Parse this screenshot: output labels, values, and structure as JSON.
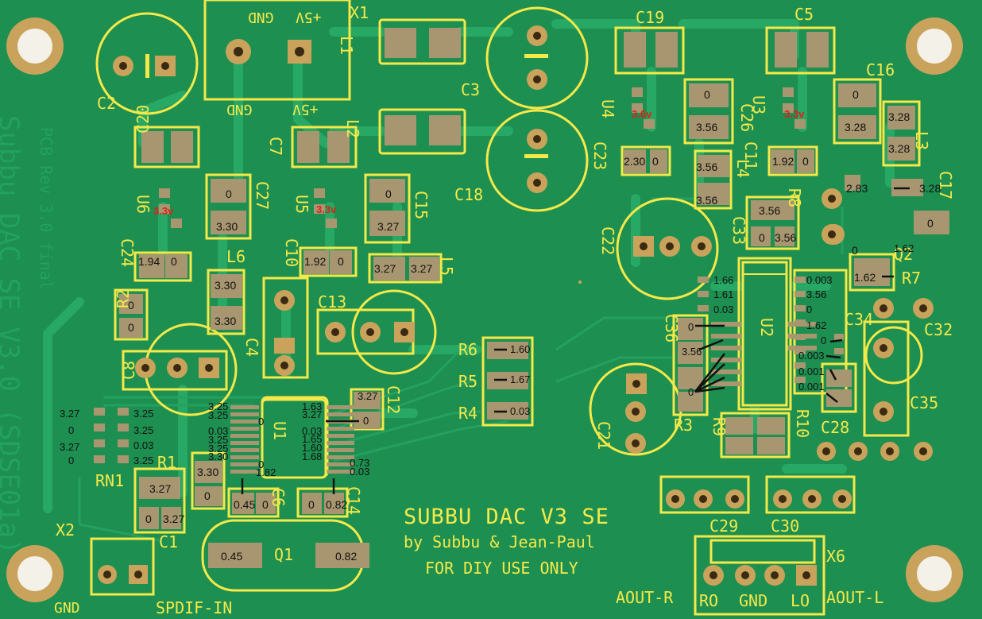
{
  "board": {
    "title": "SUBBU DAC V3 SE",
    "byline": "by Subbu & Jean-Paul",
    "notice": "FOR DIY USE ONLY",
    "side_name": "Subbu DAC SE V3.0 (SDSE01a)",
    "side_rev": "PCB Rev 3.0 final"
  },
  "silkscreen": {
    "x1": "X1",
    "gnd_top": "GND",
    "p5v_top": "+5V",
    "gnd_bottom": "GND",
    "p5v_bottom": "+5V",
    "l1": "L1",
    "l2": "L2",
    "l3": "L3",
    "l4": "L4",
    "l5": "L5",
    "l6": "L6",
    "c1": "C1",
    "c2": "C2",
    "c3": "C3",
    "c4": "C4",
    "c5": "C5",
    "c6": "C6",
    "c7": "C7",
    "c8": "C8",
    "c10": "C10",
    "c11": "C11",
    "c12": "C12",
    "c13": "C13",
    "c14": "C14",
    "c15": "C15",
    "c16": "C16",
    "c17": "C17",
    "c18": "C18",
    "c19": "C19",
    "c20": "C20",
    "c21": "C21",
    "c22": "C22",
    "c23": "C23",
    "c24": "C24",
    "c26": "C26",
    "c27": "C27",
    "c28": "C28",
    "c29": "C29",
    "c30": "C30",
    "c32": "C32",
    "c33": "C33",
    "c34": "C34",
    "c35": "C35",
    "c36": "C36",
    "u1": "U1",
    "u2": "U2",
    "u3": "U3",
    "u4": "U4",
    "u5": "U5",
    "u6": "U6",
    "r1": "R1",
    "r2": "R2",
    "r3": "R3",
    "r4": "R4",
    "r5": "R5",
    "r6": "R6",
    "r7": "R7",
    "r8": "R8",
    "r9": "R9",
    "r10": "R10",
    "rn1": "RN1",
    "q1": "Q1",
    "q2": "Q2",
    "x2": "X2",
    "x6": "X6",
    "gnd_x2": "GND",
    "spdif_in": "SPDIF-IN",
    "aout_r": "AOUT-R",
    "ro": "RO",
    "gnd_x6": "GND",
    "lo": "LO",
    "aout_l": "AOUT-L"
  },
  "annotations": {
    "reg_u4": "3.6v",
    "reg_u3": "3.3v",
    "reg_u6": "3.3v",
    "reg_u5": "3.3v",
    "c26_a": "0",
    "c26_b": "3.56",
    "c16_a": "0",
    "c16_b": "3.28",
    "c23_a": "2.30",
    "c23_b": "0",
    "c11_a": "1.92",
    "c11_b": "0",
    "l3_a": "3.28",
    "l3_b": "3.28",
    "l4_a": "3.56",
    "l4_b": "3.56",
    "c17_a": "3.28",
    "c17_b": "0",
    "q2_a": "2.83",
    "q2_b": "0",
    "q2_c": "1.62",
    "r7": "1.62",
    "r8_a": "3.56",
    "r8_b": "0",
    "r8_c": "3.56",
    "u2_r1": "1.66",
    "u2_r2": "1.61",
    "u2_r3": "0.03",
    "u2_l1": "0",
    "u2_l2": "3.56",
    "u2_l3": "0",
    "u2_p1": "0.003",
    "u2_p2": "3.56",
    "u2_p3": "0",
    "u2_p4": "1.62",
    "u2_p5": "0",
    "u2_p6": "0.003",
    "u2_p7": "0.001",
    "u2_p8": "0.001",
    "c27_a": "0",
    "c27_b": "3.30",
    "c15_a": "0",
    "c15_b": "3.27",
    "c24_a": "1.94",
    "c24_b": "0",
    "c10_a": "1.92",
    "c10_b": "0",
    "l6_a": "3.30",
    "l6_b": "3.30",
    "l5_a": "3.27",
    "l5_b": "3.27",
    "r2_a": "0",
    "r2_b": "0",
    "r6": "1.60",
    "r5": "1.67",
    "r4": "0.03",
    "c12_a": "3.27",
    "c12_b": "0",
    "rn1_l1": "3.27",
    "rn1_l2": "0",
    "rn1_l3": "3.27",
    "rn1_l4": "0",
    "rn1_r1": "3.25",
    "rn1_r2": "3.25",
    "rn1_r3": "0.03",
    "rn1_r4": "3.25",
    "u1_l1": "3.25",
    "u1_l2": "3.25",
    "u1_l3": "0.03",
    "u1_l4": "3.25",
    "u1_l5": "3.25",
    "u1_l6": "3.30",
    "u1_l7": "0",
    "u1_m1": "0",
    "u1_m2": "0",
    "u1_m3": "1.82",
    "u1_r1": "1.63",
    "u1_r2": "3.27",
    "u1_r3": "0.03",
    "u1_r4": "1.65",
    "u1_r5": "1.60",
    "u1_r6": "1.68",
    "u1_f1": "0.73",
    "u1_f2": "0.03",
    "r1_a": "3.27",
    "c1_a": "0",
    "c1_b": "3.27",
    "c4_a": "3.30",
    "c4_b": "0",
    "c6_a": "0.45",
    "c6_b": "0",
    "c14_a": "0",
    "c14_b": "0.82",
    "q1_a": "0.45",
    "q1_b": "0.82"
  },
  "colors": {
    "board": "#1d8f50",
    "trace": "#22a25e",
    "silk": "#f5e94a",
    "pad": "#a89670",
    "pad_gold": "#c9a35b",
    "hole": "#3a2a12"
  }
}
